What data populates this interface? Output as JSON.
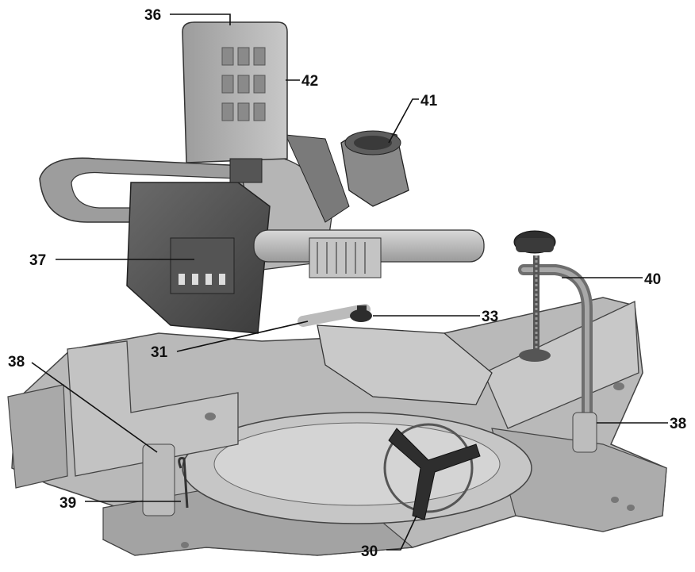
{
  "callouts": [
    {
      "id": "c36",
      "label": "36"
    },
    {
      "id": "c42",
      "label": "42"
    },
    {
      "id": "c41",
      "label": "41"
    },
    {
      "id": "c37",
      "label": "37"
    },
    {
      "id": "c40",
      "label": "40"
    },
    {
      "id": "c33",
      "label": "33"
    },
    {
      "id": "c31",
      "label": "31"
    },
    {
      "id": "c38a",
      "label": "38"
    },
    {
      "id": "c38b",
      "label": "38"
    },
    {
      "id": "c39",
      "label": "39"
    },
    {
      "id": "c30",
      "label": "30"
    }
  ]
}
